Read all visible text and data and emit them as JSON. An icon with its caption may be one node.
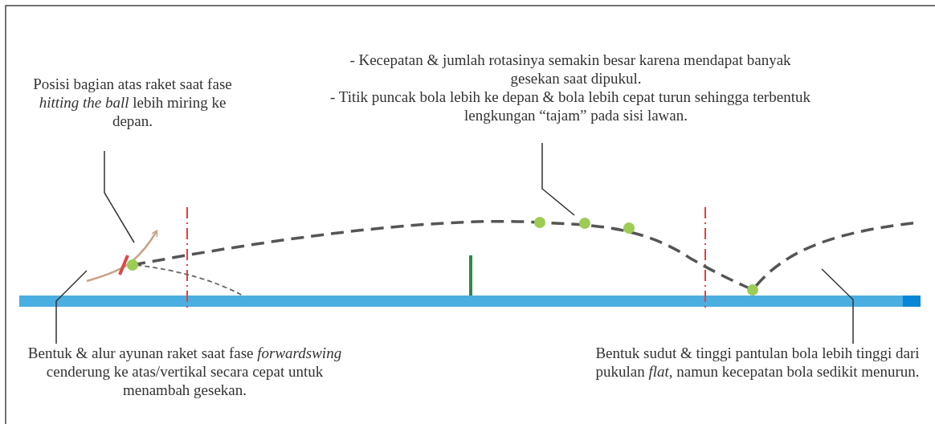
{
  "diagram": {
    "nodes": [
      {
        "text": [
          "Posisi bagian atas raket saat fase *hitting the ball* lebih miring ke depan."
        ]
      },
      {
        "text": [
          "- Kecepatan & jumlah rotasinya semakin besar karena mendapat banyak gesekan saat dipukul.",
          "- Titik puncak bola lebih ke depan & bola lebih cepat turun sehingga terbentuk lengkungan “tajam” pada sisi lawan."
        ]
      },
      {
        "text": [
          "Bentuk & alur ayunan raket saat fase *forwardswing* cenderung ke atas/vertikal secara cepat untuk menambah gesekan."
        ]
      },
      {
        "text": [
          "Bentuk sudut & tinggi pantulan bola lebih tinggi dari pukulan *flat*, namun kecepatan bola sedikit menurun."
        ]
      }
    ],
    "edges": [
      {
        "from": 0,
        "to": null,
        "arrow": "none"
      },
      {
        "from": 1,
        "to": null,
        "arrow": "none"
      },
      {
        "from": 2,
        "to": null,
        "arrow": "none"
      },
      {
        "from": 3,
        "to": null,
        "arrow": "none"
      }
    ]
  }
}
